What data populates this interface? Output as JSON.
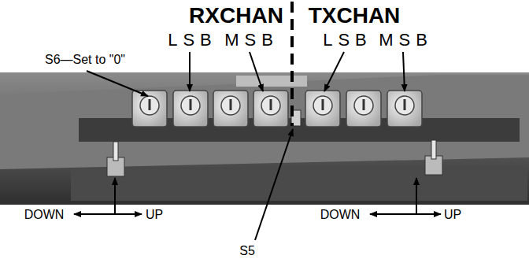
{
  "diagram": {
    "labels": [
      "RXCHAN",
      "TXCHAN",
      "LSB",
      "MSB",
      "LSB",
      "MSB",
      "S6—Set to \"0\"",
      "DOWN",
      "UP",
      "S5",
      "DOWN",
      "UP"
    ]
  }
}
